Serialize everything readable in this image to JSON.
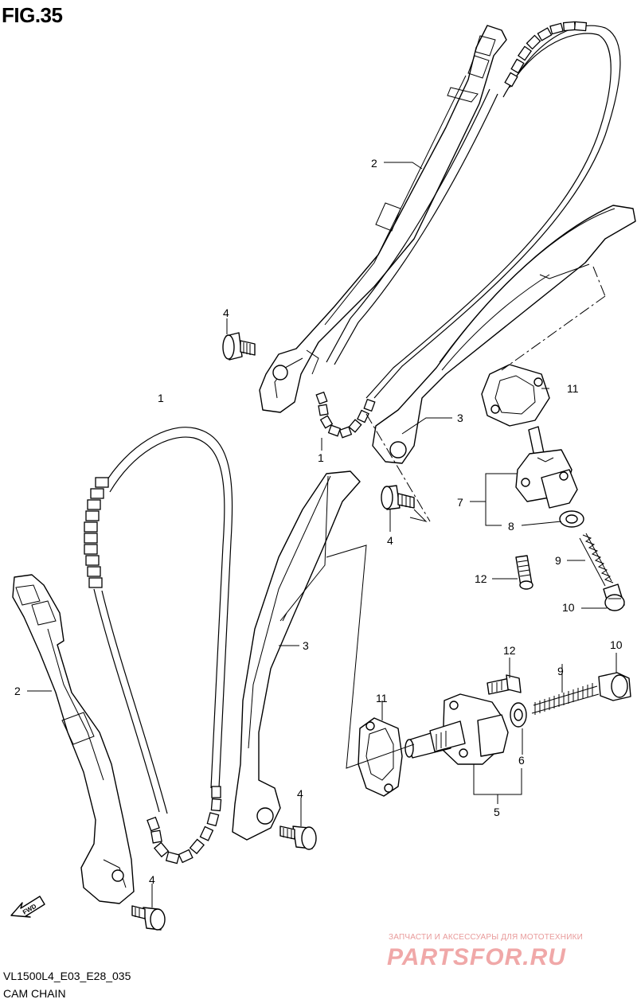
{
  "figure": {
    "title": "FIG.35",
    "model_code": "VL1500L4_E03_E28_035",
    "section_name": "CAM CHAIN"
  },
  "callouts": [
    {
      "id": "c-2-top",
      "label": "2"
    },
    {
      "id": "c-4-upper",
      "label": "4"
    },
    {
      "id": "c-1-upper",
      "label": "1"
    },
    {
      "id": "c-11-upper",
      "label": "11"
    },
    {
      "id": "c-3-upper",
      "label": "3"
    },
    {
      "id": "c-1-lower",
      "label": "1"
    },
    {
      "id": "c-7",
      "label": "7"
    },
    {
      "id": "c-8",
      "label": "8"
    },
    {
      "id": "c-4-mid",
      "label": "4"
    },
    {
      "id": "c-9-upper",
      "label": "9"
    },
    {
      "id": "c-12-upper",
      "label": "12"
    },
    {
      "id": "c-10-upper",
      "label": "10"
    },
    {
      "id": "c-2-lower",
      "label": "2"
    },
    {
      "id": "c-3-lower",
      "label": "3"
    },
    {
      "id": "c-12-lower",
      "label": "12"
    },
    {
      "id": "c-10-lower",
      "label": "10"
    },
    {
      "id": "c-9-lower",
      "label": "9"
    },
    {
      "id": "c-11-lower",
      "label": "11"
    },
    {
      "id": "c-6",
      "label": "6"
    },
    {
      "id": "c-4-lower-right",
      "label": "4"
    },
    {
      "id": "c-5",
      "label": "5"
    },
    {
      "id": "c-4-bottom",
      "label": "4"
    }
  ],
  "fwd_label": "FWD",
  "watermark": {
    "tagline": "ЗАПЧАСТИ И АКСЕССУАРЫ ДЛЯ МОТОТЕХНИКИ",
    "brand": "PARTSFOR.RU"
  },
  "colors": {
    "line": "#000000",
    "background": "#ffffff",
    "watermark": "#f0a8a8"
  }
}
